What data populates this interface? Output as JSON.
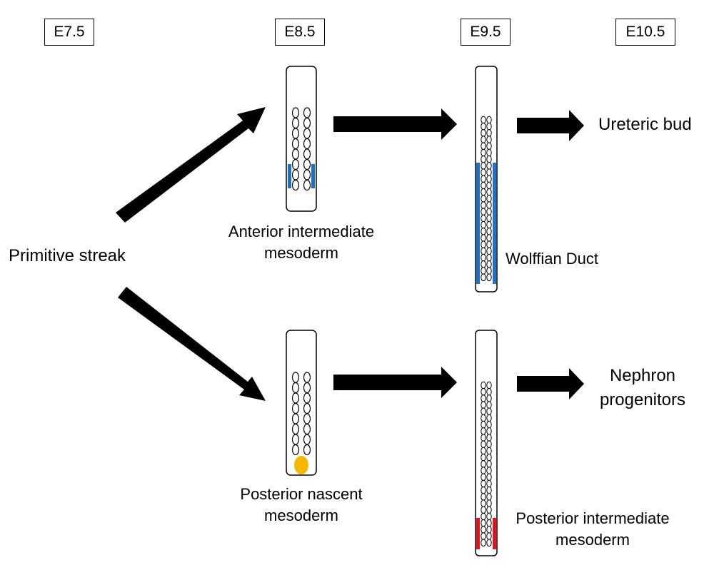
{
  "stages": [
    "E7.5",
    "E8.5",
    "E9.5",
    "E10.5"
  ],
  "labels": {
    "primitive_streak": "Primitive streak",
    "anterior_im": [
      "Anterior intermediate",
      "mesoderm"
    ],
    "posterior_nascent": [
      "Posterior nascent",
      "mesoderm"
    ],
    "ureteric_bud": "Ureteric bud",
    "wolffian_duct": "Wolffian Duct",
    "nephron": [
      "Nephron",
      "progenitors"
    ],
    "posterior_im": [
      "Posterior intermediate",
      "mesoderm"
    ]
  },
  "colors": {
    "wolffian_blue": "#1f6fc5",
    "posterior_red": "#e8141b",
    "nascent_yellow": "#f5b800",
    "arrow": "#000000"
  }
}
